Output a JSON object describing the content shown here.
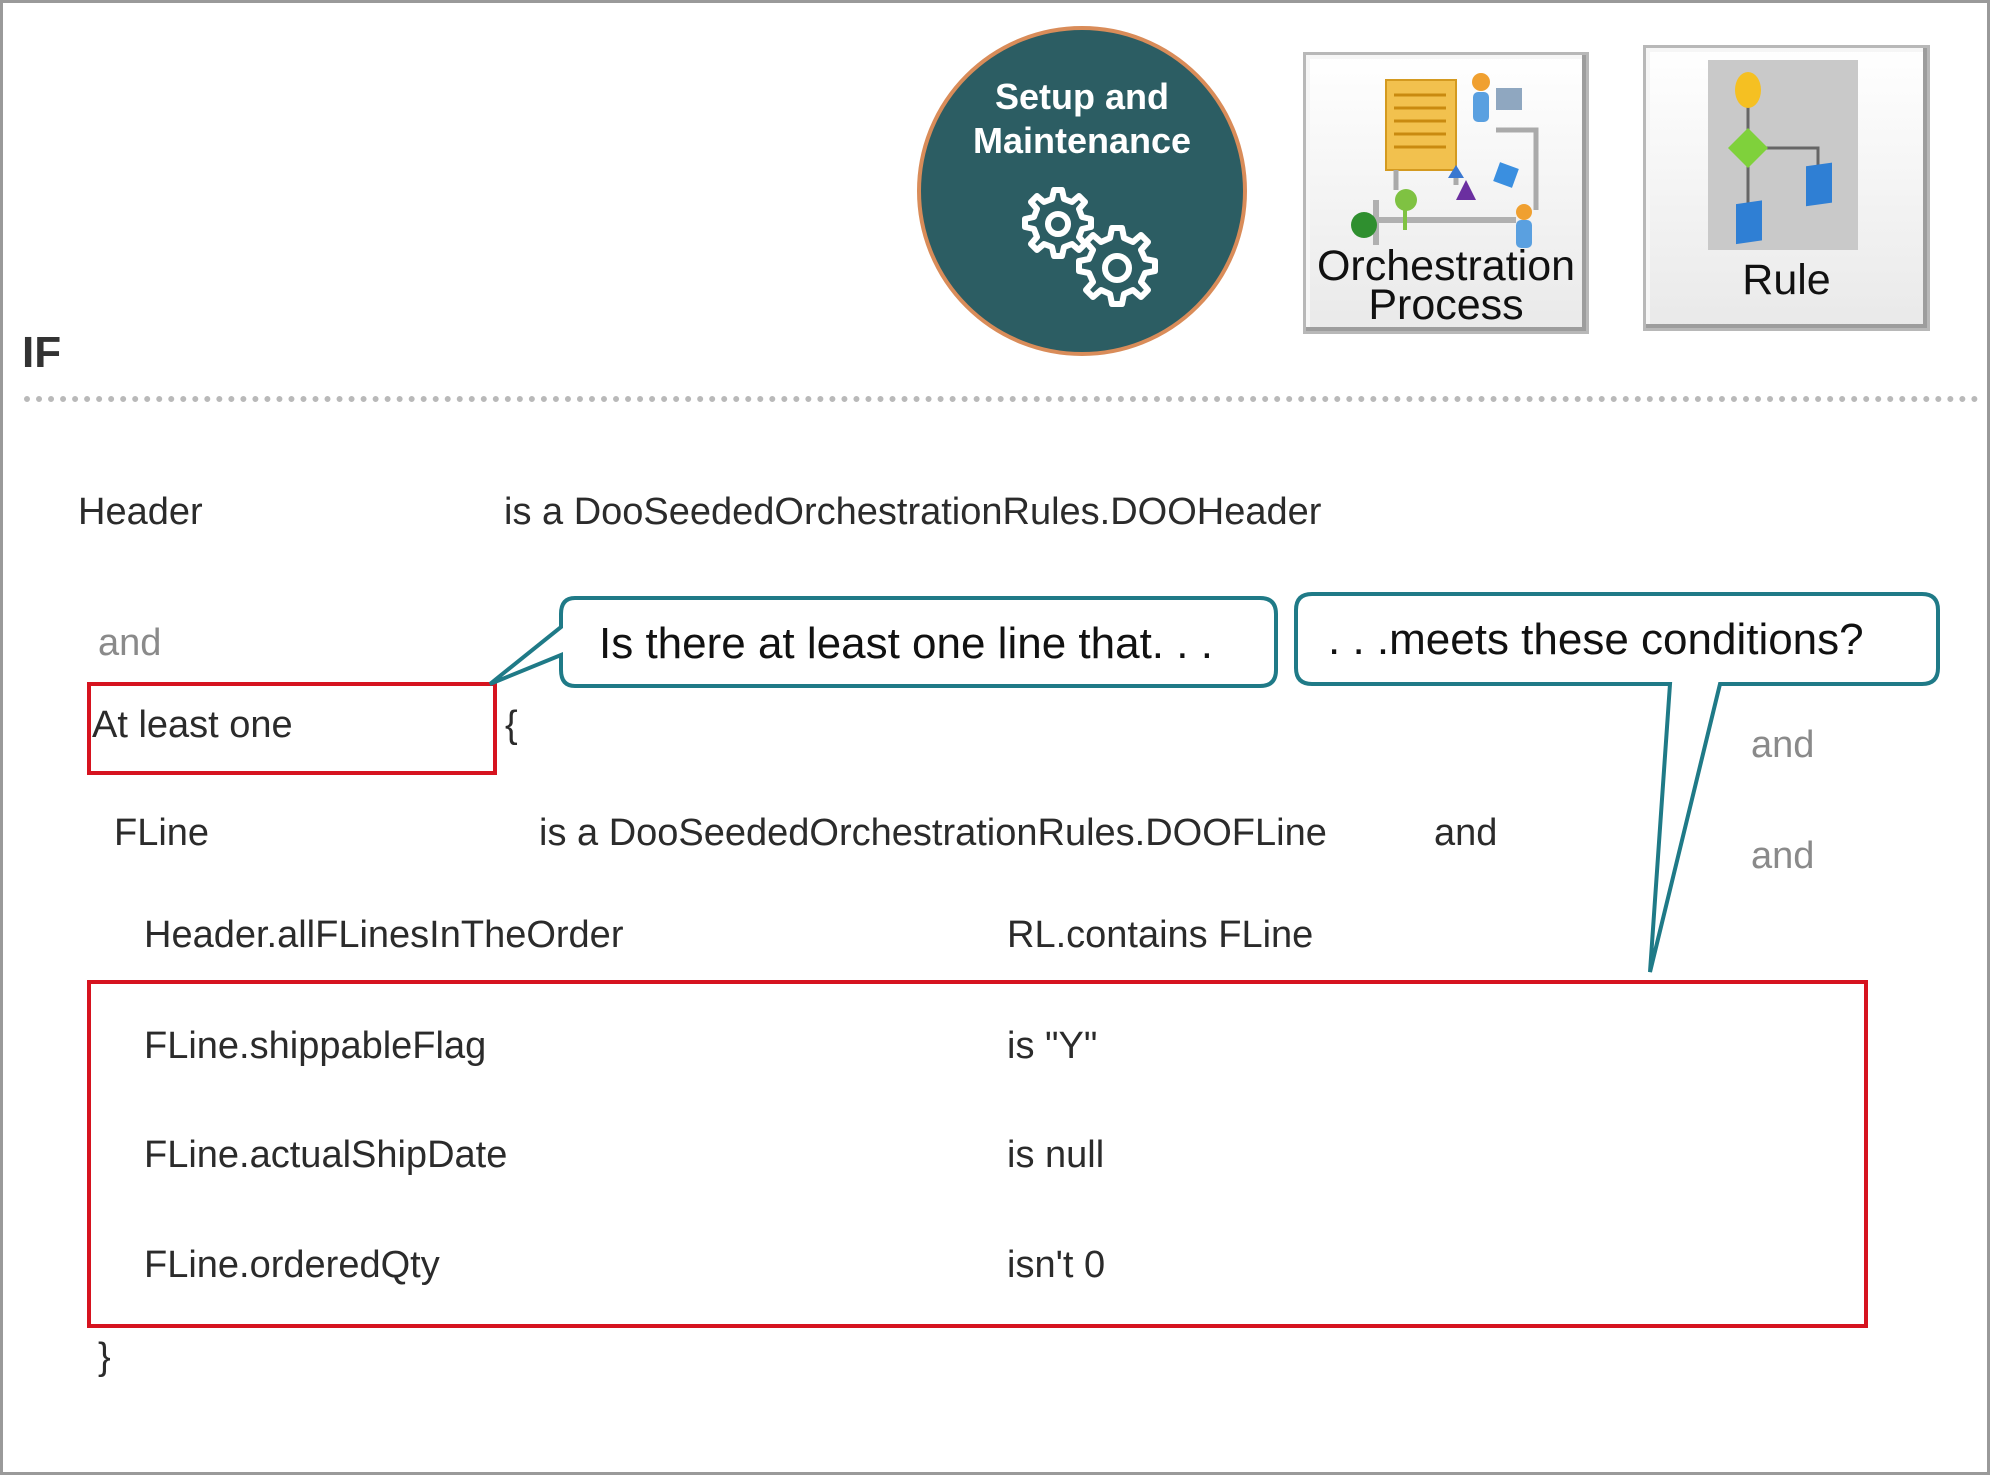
{
  "icons": {
    "setup": {
      "title": "Setup and Maintenance",
      "icon": "gears-icon"
    },
    "orchestration": {
      "title": "Orchestration Process",
      "icon": "process-diagram-icon"
    },
    "rule": {
      "title": "Rule",
      "icon": "rule-flow-icon"
    }
  },
  "if_label": "IF",
  "rule": {
    "header": {
      "name": "Header",
      "type": "is a  DooSeededOrchestrationRules.DOOHeader"
    },
    "and_label": "and",
    "at_least_one": "At least one",
    "open_brace": "{",
    "close_brace": "}",
    "fline": {
      "name": "FLine",
      "type": "is a  DooSeededOrchestrationRules.DOOFLine",
      "and": "and"
    },
    "right_and_1": "and",
    "right_and_2": "and",
    "conditions": [
      {
        "left": "Header.allFLinesInTheOrder",
        "right": "RL.contains  FLine"
      },
      {
        "left": "FLine.shippableFlag",
        "right": "is  \"Y\""
      },
      {
        "left": "FLine.actualShipDate",
        "right": "is null"
      },
      {
        "left": "FLine.orderedQty",
        "right": "isn't  0"
      }
    ]
  },
  "callouts": {
    "left": "Is there at least one line that. . .",
    "right": ". . .meets these conditions?"
  },
  "colors": {
    "highlight": "#d6131f",
    "callout_border": "#1f7a87",
    "setup_fill": "#2c5d63",
    "setup_ring": "#d98c59"
  }
}
